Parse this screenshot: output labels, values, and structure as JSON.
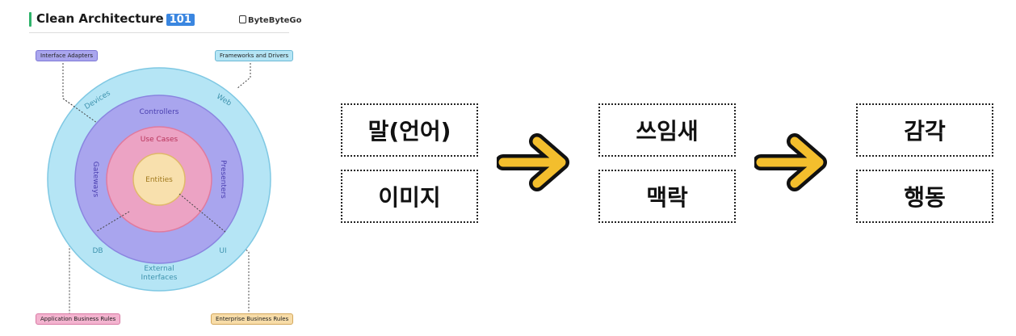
{
  "header": {
    "title": "Clean Architecture",
    "badge": "101",
    "brand": "ByteByteGo"
  },
  "diagram": {
    "layers": [
      {
        "name": "External Interfaces",
        "fill": "#b5e5f5",
        "stroke": "#7fc8e3",
        "text_color": "#3f93ae"
      },
      {
        "name": "Controllers",
        "fill": "#a9a5ee",
        "stroke": "#8a85e0",
        "text_color": "#4a3fb0"
      },
      {
        "name": "Use Cases",
        "fill": "#eca3c4",
        "stroke": "#e07a9e",
        "text_color": "#b8335a"
      },
      {
        "name": "Entities",
        "fill": "#f8e0ad",
        "stroke": "#e0b86a",
        "text_color": "#a0781c"
      }
    ],
    "ring_labels": {
      "devices": "Devices",
      "web": "Web",
      "db": "DB",
      "ui": "UI",
      "controllers": "Controllers",
      "gateways": "Gateways",
      "presenters": "Presenters",
      "use_cases": "Use Cases",
      "entities": "Entities",
      "external_line1": "External",
      "external_line2": "Interfaces"
    },
    "tags": {
      "interface_adapters": "Interface Adapters",
      "frameworks_drivers": "Frameworks and Drivers",
      "application_rules": "Application Business Rules",
      "enterprise_rules": "Enterprise Business Rules"
    },
    "tag_colors": {
      "interface_adapters": {
        "bg": "#aaa6ee",
        "border": "#7d77d6"
      },
      "frameworks_drivers": {
        "bg": "#b5e5f5",
        "border": "#6cb8d4"
      },
      "application_rules": {
        "bg": "#f3b3cf",
        "border": "#d97aa4"
      },
      "enterprise_rules": {
        "bg": "#f7dca8",
        "border": "#d4a85c"
      }
    }
  },
  "flow": {
    "column1": [
      "말(언어)",
      "이미지"
    ],
    "column2": [
      "쓰임새",
      "맥락"
    ],
    "column3": [
      "감각",
      "행동"
    ],
    "arrow_color": "#f3be2d"
  }
}
